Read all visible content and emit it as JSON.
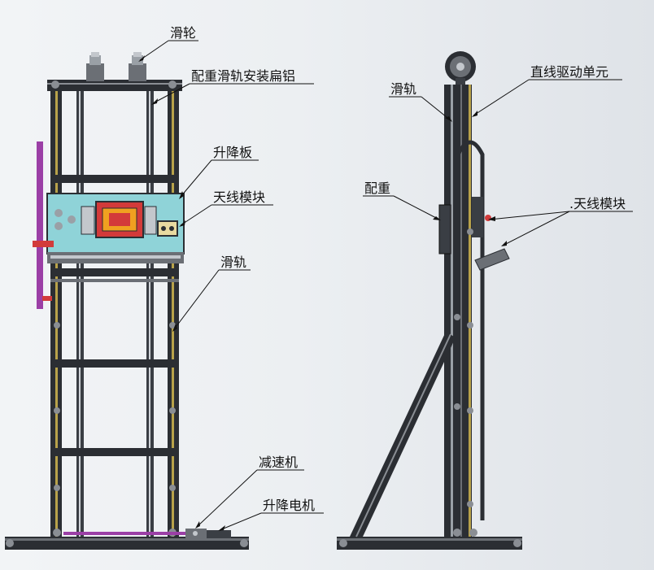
{
  "labels": {
    "pulley": "滑轮",
    "counterweight_pulley_mount": "配重滑轨安装扁铝",
    "lift_plate": "升降板",
    "antenna_module_front": "天线模块",
    "rail_front": "滑轨",
    "reducer": "减速机",
    "lift_motor": "升降电机",
    "rail_side": "滑轨",
    "linear_drive": "直线驱动单元",
    "counterweight": "配重",
    "antenna_module_side": ".天线模块"
  },
  "colors": {
    "frame": "#2b2e33",
    "rail_gold": "#b8a24a",
    "plate": "#8fd3d8",
    "module_red": "#d33a3a",
    "module_orange": "#f0a020",
    "handle_purple": "#9b3fa6",
    "handle_red": "#d23b3b"
  }
}
